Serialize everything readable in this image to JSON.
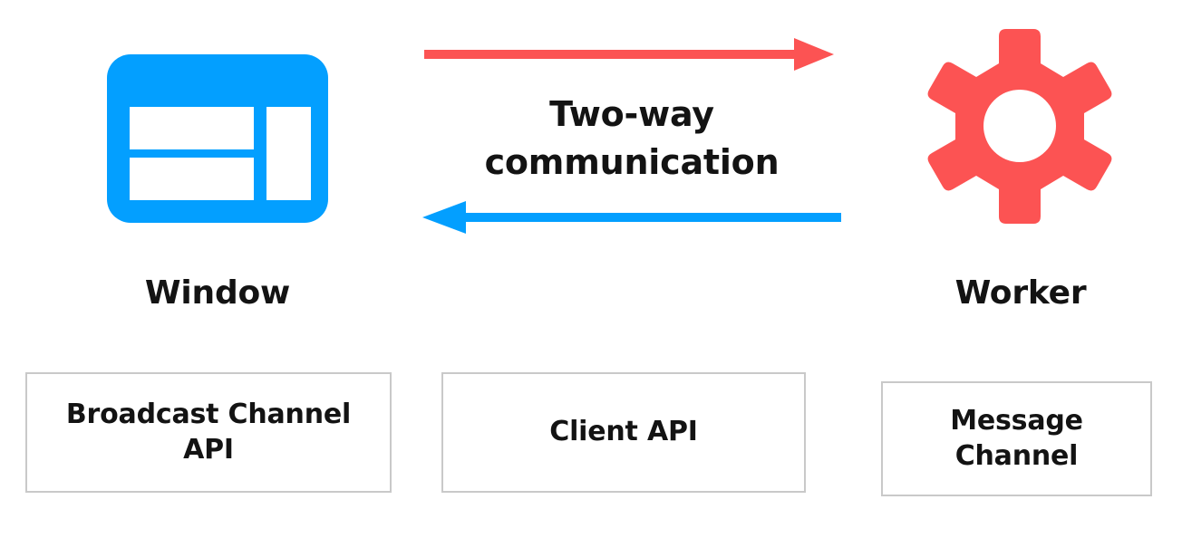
{
  "diagram": {
    "title": "Two-way communication between Window and Worker",
    "colors": {
      "blue": "#039FFF",
      "red": "#FC5353",
      "text": "#131313",
      "box_border": "#c9c9c9",
      "background": "#ffffff"
    },
    "nodes": [
      {
        "id": "window",
        "label": "Window",
        "icon": "browser-window-icon",
        "color": "#039FFF"
      },
      {
        "id": "worker",
        "label": "Worker",
        "icon": "gear-icon",
        "color": "#FC5353"
      }
    ],
    "connectors": [
      {
        "id": "window-to-worker",
        "direction": "right",
        "color": "#FC5353",
        "icon": "arrow-right-icon"
      },
      {
        "id": "worker-to-window",
        "direction": "left",
        "color": "#039FFF",
        "icon": "arrow-left-icon"
      }
    ],
    "caption": {
      "line1": "Two-way",
      "line2": "communication"
    },
    "api_boxes": [
      {
        "id": "broadcast-channel-api",
        "line1": "Broadcast Channel",
        "line2": "API"
      },
      {
        "id": "client-api",
        "line1": "Client API",
        "line2": ""
      },
      {
        "id": "message-channel",
        "line1": "Message",
        "line2": "Channel"
      }
    ]
  }
}
